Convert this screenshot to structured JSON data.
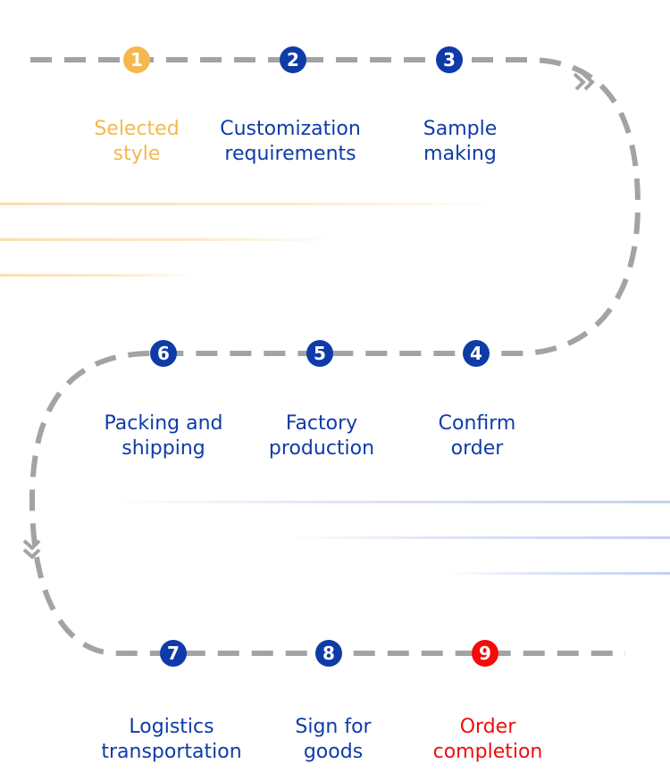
{
  "colors": {
    "done": "#F6B84D",
    "pending": "#0F3BA8",
    "final": "#F20C0C",
    "path": "#A3A3A3"
  },
  "steps": [
    {
      "number": "1",
      "label": "Selected\nstyle",
      "status": "done"
    },
    {
      "number": "2",
      "label": "Customization\nrequirements",
      "status": "pending"
    },
    {
      "number": "3",
      "label": "Sample\nmaking",
      "status": "pending"
    },
    {
      "number": "4",
      "label": "Confirm\norder",
      "status": "pending"
    },
    {
      "number": "5",
      "label": "Factory\nproduction",
      "status": "pending"
    },
    {
      "number": "6",
      "label": "Packing and\nshipping",
      "status": "pending"
    },
    {
      "number": "7",
      "label": "Logistics\ntransportation",
      "status": "pending"
    },
    {
      "number": "8",
      "label": "Sign for\ngoods",
      "status": "pending"
    },
    {
      "number": "9",
      "label": "Order\ncompletion",
      "status": "final"
    }
  ],
  "icons": {
    "direction_right": "double-chevron-right-icon",
    "direction_down": "double-chevron-down-icon"
  }
}
